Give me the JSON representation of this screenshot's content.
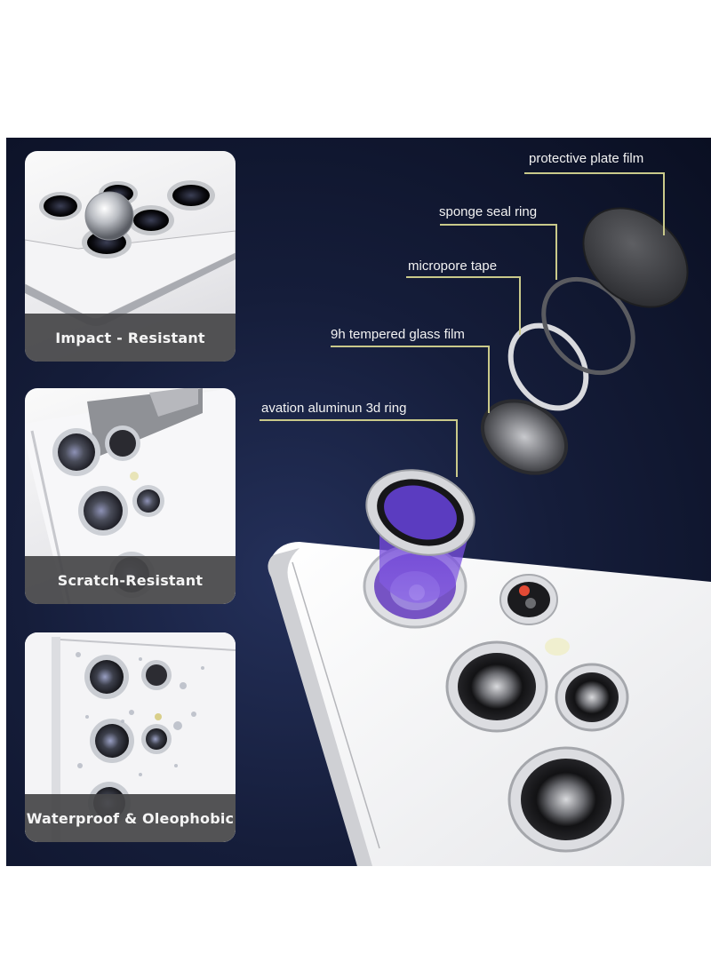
{
  "panel": {
    "background": "#0f1630",
    "leader_color": "#c9c98a"
  },
  "features": [
    {
      "id": "impact",
      "caption": "Impact - Resistant",
      "icon": "lens-drop-test-image"
    },
    {
      "id": "scratch",
      "caption": "Scratch-Resistant",
      "icon": "blade-scratch-image"
    },
    {
      "id": "water",
      "caption": "Waterproof & Oleophobic",
      "icon": "water-droplets-image"
    }
  ],
  "diagram": {
    "labels": [
      {
        "id": "protective-plate-film",
        "text": "protective plate film"
      },
      {
        "id": "sponge-seal-ring",
        "text": "sponge seal ring"
      },
      {
        "id": "micropore-tape",
        "text": "micropore tape"
      },
      {
        "id": "tempered-glass-film",
        "text": "9h tempered glass film"
      },
      {
        "id": "aluminum-ring",
        "text": "avation aluminun 3d ring"
      }
    ]
  }
}
